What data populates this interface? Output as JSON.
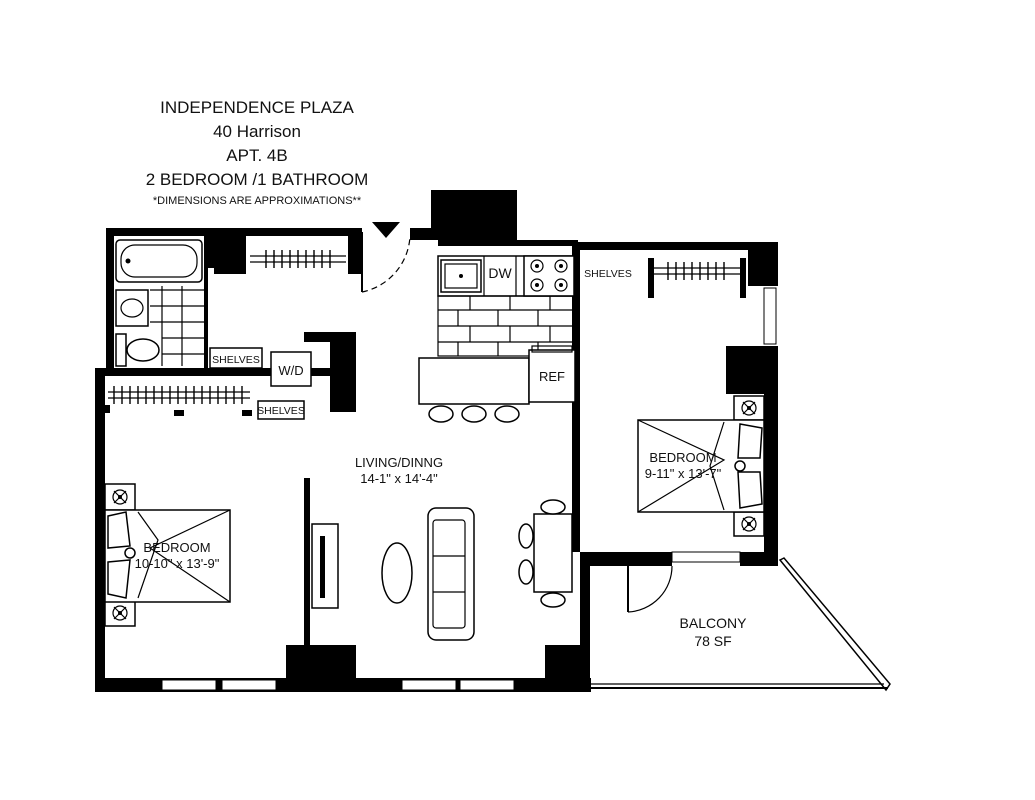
{
  "title": {
    "line1": "INDEPENDENCE PLAZA",
    "line2": "40 Harrison",
    "line3": "APT. 4B",
    "line4": "2 BEDROOM /1 BATHROOM",
    "note": "*DIMENSIONS ARE APPROXIMATIONS**"
  },
  "rooms": {
    "living_name": "LIVING/DINNG",
    "living_dims": "14-1\" x 14'-4\"",
    "bedroom_left_name": "BEDROOM",
    "bedroom_left_dims": "10-10\" x 13'-9\"",
    "bedroom_right_name": "BEDROOM",
    "bedroom_right_dims": "9-11\" x 13'-7\"",
    "balcony_name": "BALCONY",
    "balcony_area": "78  SF"
  },
  "fixtures": {
    "dishwasher": "DW",
    "refrigerator": "REF",
    "washer_dryer": "W/D",
    "shelves_a": "SHELVES",
    "shelves_b": "SHELVES",
    "shelves_c": "SHELVES"
  },
  "colors": {
    "ink": "#000000",
    "paper": "#ffffff"
  }
}
